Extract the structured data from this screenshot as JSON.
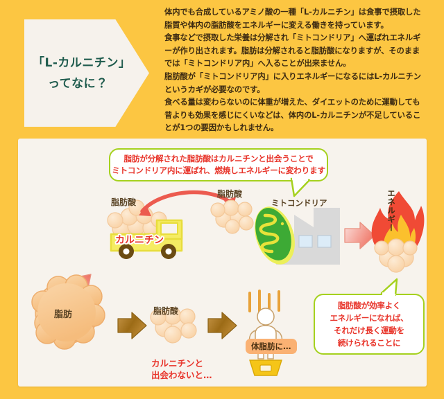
{
  "theme": {
    "background": "#FCC642",
    "panel": "#F7F3ED",
    "banner_fill": "#F6F2EC",
    "banner_text": "#1E5B4D",
    "body_text": "#3D2B12",
    "accent_red": "#E8352B",
    "bubble_border": "#A5D11E",
    "fat_orange": "#F7C187",
    "fatty_acid": "#FBDCB8",
    "truck_yellow": "#F2E84A",
    "mito_green": "#3DAA35",
    "mito_squiggle": "#E4DC2B",
    "factory_gray": "#D6D6D6",
    "flame_red": "#F04A35",
    "flame_yellow": "#FBC02D",
    "scale_yellow": "#F5C518",
    "arrow_brown": "#A8731E",
    "arrow_pink": "#F08C80"
  },
  "banner": {
    "line1": "「L-カルニチン」",
    "line2": "ってなに？"
  },
  "intro": {
    "paragraphs": [
      "体内でも合成しているアミノ酸の一種「L-カルニチン」は食事で摂取した",
      "脂質や体内の脂肪酸をエネルギーに変える働きを持っています。",
      "食事などで摂取した栄養は分解され「ミトコンドリア」へ運ばれエネルギ",
      "ーが作り出されます。脂肪は分解されると脂肪酸になりますが、そのまま",
      "では「ミトコンドリア内」へ入ることが出来ません。",
      "脂肪酸が「ミトコンドリア内」に入りエネルギーになるにはL-カルニチン",
      "というカギが必要なのです。",
      "食べる量は変わらないのに体重が増えた、ダイエットのために運動しても",
      "昔よりも効果を感じにくいなどは、体内のL-カルニチンが不足しているこ",
      "とが1つの要因かもしれません。"
    ]
  },
  "diagram": {
    "bubble_top": {
      "line1": "脂肪が分解された脂肪酸はカルニチンと出会うことで",
      "line2": "ミトコンドリア内に運ばれ、燃焼しエネルギーに変わります"
    },
    "bubble_bottom": {
      "line1": "脂肪酸が効率よく",
      "line2": "エネルギーになれば、",
      "line3": "それだけ長く運動を",
      "line4": "続けられることに"
    },
    "label_fatty_acid_truck": "脂肪酸",
    "label_fatty_acid_mito": "脂肪酸",
    "label_fatty_acid_bottom": "脂肪酸",
    "label_truck": "カルニチン",
    "label_mitochondria": "ミトコンドリア",
    "label_energy": "エネルギー",
    "label_fat": "脂肪",
    "label_no_carnitine_1": "カルニチンと",
    "label_no_carnitine_2": "出会わないと…",
    "label_body_fat": "体脂肪に…"
  }
}
